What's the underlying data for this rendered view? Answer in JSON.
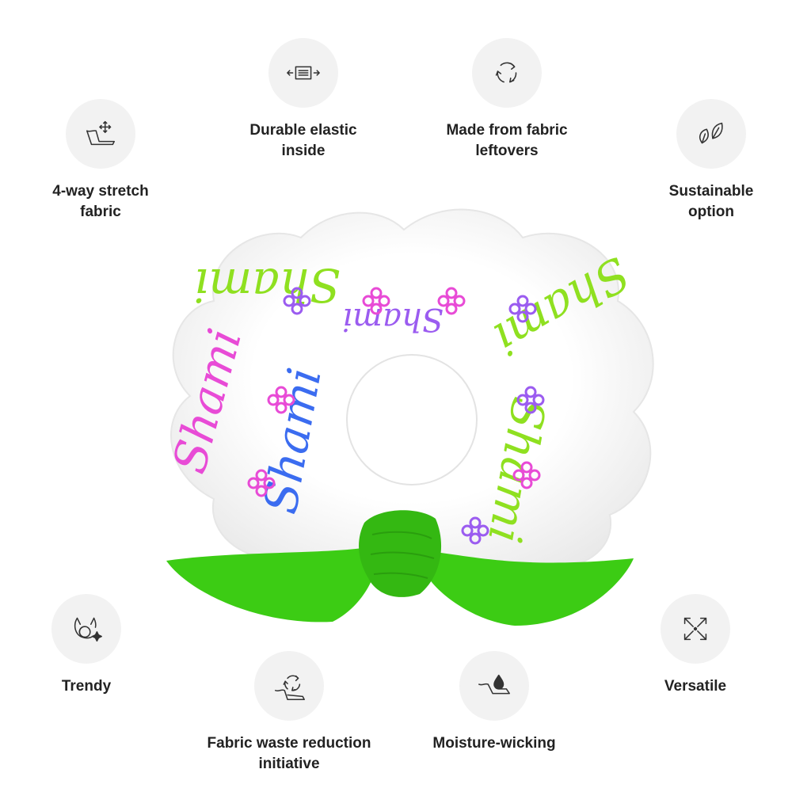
{
  "features": [
    {
      "id": "stretch",
      "label": "4-way stretch\nfabric",
      "icon": "four-way-stretch-icon"
    },
    {
      "id": "elastic",
      "label": "Durable elastic\ninside",
      "icon": "elastic-band-icon"
    },
    {
      "id": "leftovers",
      "label": "Made from fabric\nleftovers",
      "icon": "recycle-arrows-icon"
    },
    {
      "id": "sustainable",
      "label": "Sustainable\noption",
      "icon": "leaves-icon"
    },
    {
      "id": "trendy",
      "label": "Trendy",
      "icon": "cat-sparkle-icon"
    },
    {
      "id": "waste",
      "label": "Fabric waste reduction\ninitiative",
      "icon": "fabric-recycle-icon"
    },
    {
      "id": "moisture",
      "label": "Moisture-wicking",
      "icon": "water-drop-fabric-icon"
    },
    {
      "id": "versatile",
      "label": "Versatile",
      "icon": "expand-arrows-icon"
    }
  ],
  "product": {
    "name": "scrunchie",
    "print_text": "Shami",
    "colors": {
      "fabric": "#f7f7f7",
      "bow": "#3ccc14",
      "print_pink": "#e84bd6",
      "print_green": "#8fe020",
      "print_blue": "#3b6cf0",
      "print_purple": "#9b5cf0",
      "icon_background": "#f2f2f2",
      "icon_stroke": "#333333"
    }
  }
}
